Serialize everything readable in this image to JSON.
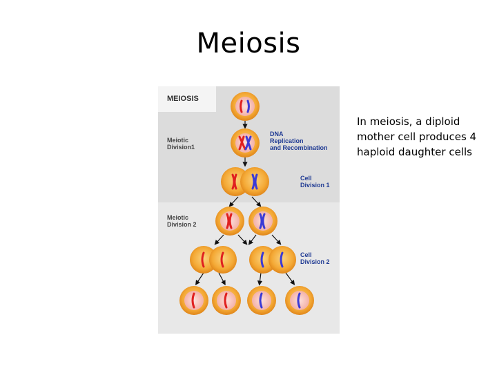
{
  "slide": {
    "title": "Meiosis",
    "description": "In meiosis, a diploid mother cell produces 4 haploid daughter cells"
  },
  "diagram": {
    "header": "MEIOSIS",
    "labels": {
      "meiotic_division_1": "Meiotic\nDivision1",
      "meiotic_division_2": "Meiotic\nDivision 2",
      "dna_replication": "DNA\nReplication\nand Recombination",
      "cell_division_1": "Cell\nDivision 1",
      "cell_division_2": "Cell\nDivision 2"
    },
    "colors": {
      "cell_fill": "#f6b24a",
      "cell_outer": "#e78b1f",
      "nucleus": "#f7c7c2",
      "chromosome_red": "#e02020",
      "chromosome_blue": "#3b3bd6",
      "arrow": "#111111"
    }
  }
}
